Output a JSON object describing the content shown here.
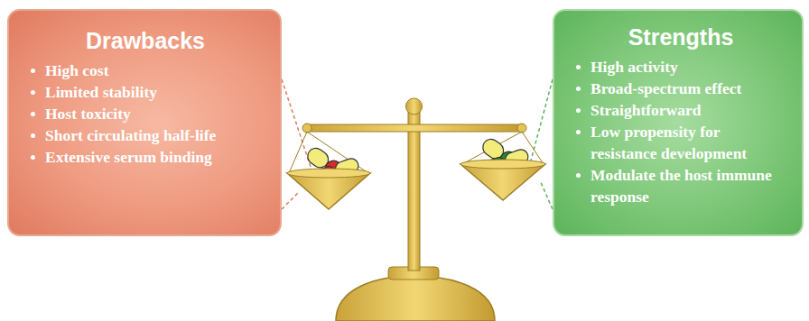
{
  "diagram": {
    "nodes": [
      {
        "text": [
          "Drawbacks",
          "High cost",
          "Limited stability",
          "Host toxicity",
          "Short circulating half-life",
          "Extensive serum binding"
        ]
      },
      {
        "text": [
          "Strengths",
          "High activity",
          "Broad-spectrum effect",
          "Straightforward",
          "Low propensity for resistance development",
          "Modulate the host immune response"
        ]
      }
    ]
  }
}
